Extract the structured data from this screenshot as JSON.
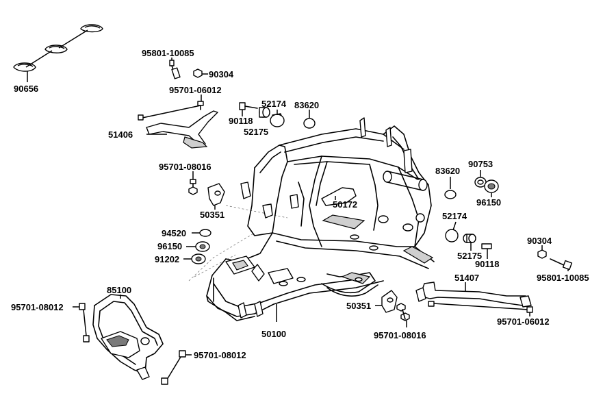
{
  "diagram": {
    "type": "exploded-parts-diagram",
    "labels": [
      {
        "id": "l-90656",
        "text": "90656"
      },
      {
        "id": "l-95801-10085-a",
        "text": "95801-10085"
      },
      {
        "id": "l-90304-a",
        "text": "90304"
      },
      {
        "id": "l-95701-06012-a",
        "text": "95701-06012"
      },
      {
        "id": "l-51406",
        "text": "51406"
      },
      {
        "id": "l-52174-a",
        "text": "52174"
      },
      {
        "id": "l-83620-a",
        "text": "83620"
      },
      {
        "id": "l-90118-a",
        "text": "90118"
      },
      {
        "id": "l-52175-a",
        "text": "52175"
      },
      {
        "id": "l-95701-08016-a",
        "text": "95701-08016"
      },
      {
        "id": "l-50351-a",
        "text": "50351"
      },
      {
        "id": "l-50172",
        "text": "50172"
      },
      {
        "id": "l-83620-b",
        "text": "83620"
      },
      {
        "id": "l-90753",
        "text": "90753"
      },
      {
        "id": "l-96150-a",
        "text": "96150"
      },
      {
        "id": "l-52174-b",
        "text": "52174"
      },
      {
        "id": "l-94520",
        "text": "94520"
      },
      {
        "id": "l-96150-b",
        "text": "96150"
      },
      {
        "id": "l-91202",
        "text": "91202"
      },
      {
        "id": "l-90304-b",
        "text": "90304"
      },
      {
        "id": "l-52175-b",
        "text": "52175"
      },
      {
        "id": "l-90118-b",
        "text": "90118"
      },
      {
        "id": "l-95801-10085-b",
        "text": "95801-10085"
      },
      {
        "id": "l-85100",
        "text": "85100"
      },
      {
        "id": "l-51407",
        "text": "51407"
      },
      {
        "id": "l-95701-08012-a",
        "text": "95701-08012"
      },
      {
        "id": "l-50351-b",
        "text": "50351"
      },
      {
        "id": "l-95701-06012-b",
        "text": "95701-06012"
      },
      {
        "id": "l-50100",
        "text": "50100"
      },
      {
        "id": "l-95701-08016-b",
        "text": "95701-08016"
      },
      {
        "id": "l-95701-08012-b",
        "text": "95701-08012"
      }
    ]
  }
}
